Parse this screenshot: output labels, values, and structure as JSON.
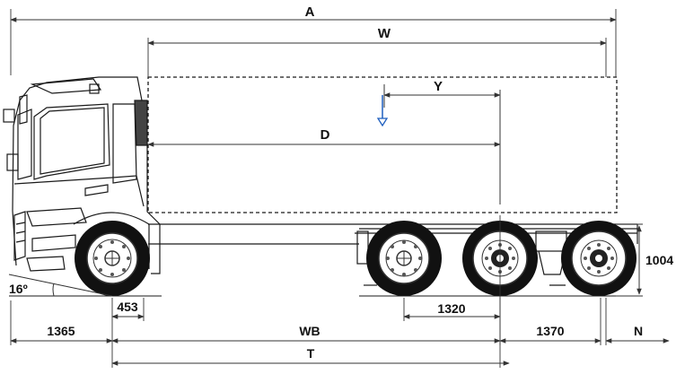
{
  "colors": {
    "line": "#1a1a1a",
    "dim": "#333333",
    "load_arrow": "#1f5fbf",
    "tire": "#111111",
    "background": "#ffffff"
  },
  "labels": {
    "A": "A",
    "W": "W",
    "Y": "Y",
    "D": "D",
    "dim_1004": "1004",
    "angle": "16º",
    "dim_453": "453",
    "dim_1320": "1320",
    "dim_1365": "1365",
    "WB": "WB",
    "dim_1370": "1370",
    "N": "N",
    "T": "T"
  }
}
